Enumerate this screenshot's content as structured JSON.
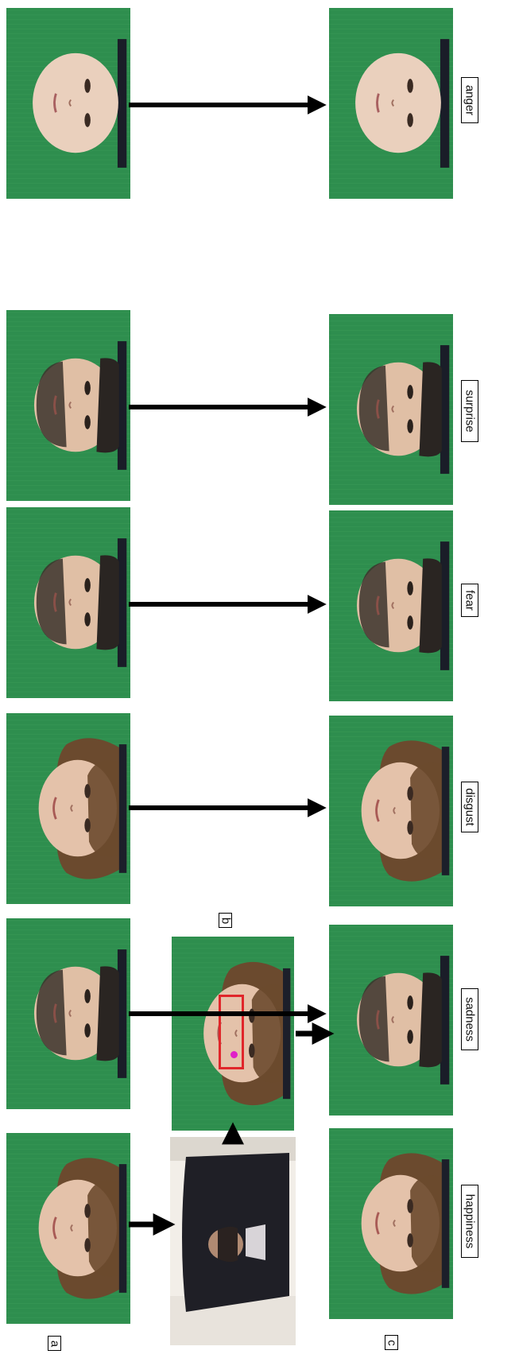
{
  "panel_labels": {
    "a": "a",
    "b": "b",
    "c": "c"
  },
  "emotions": [
    "happiness",
    "sadness",
    "disgust",
    "fear",
    "surprise",
    "anger"
  ]
}
